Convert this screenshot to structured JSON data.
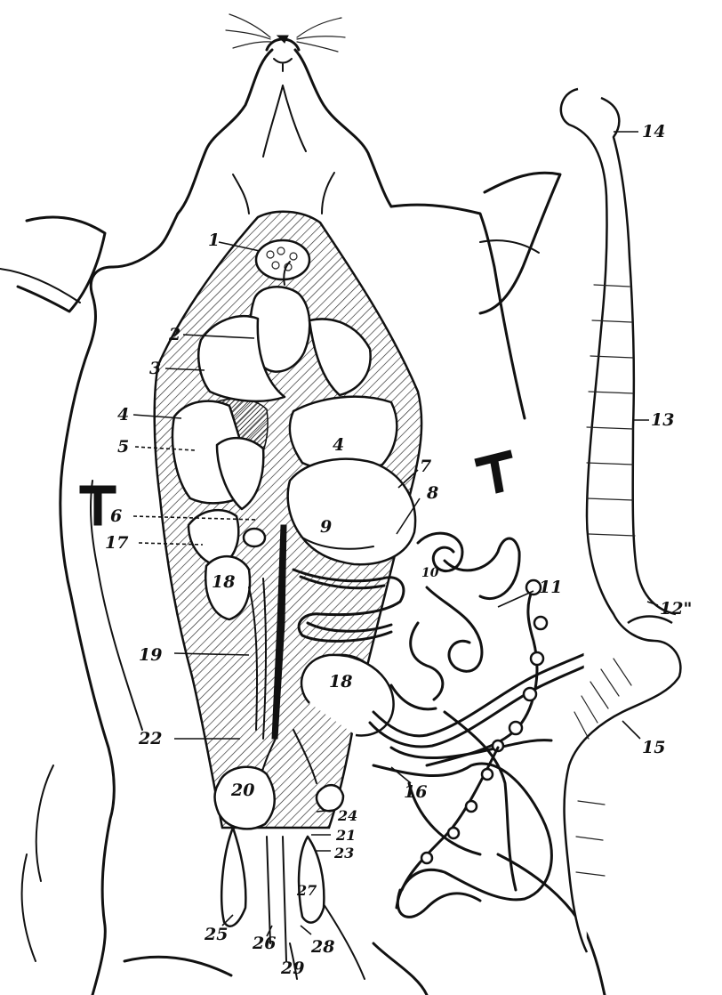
{
  "figure": {
    "labels": [
      {
        "id": "1",
        "text": "1"
      },
      {
        "id": "2",
        "text": "2"
      },
      {
        "id": "3",
        "text": "3"
      },
      {
        "id": "4a",
        "text": "4"
      },
      {
        "id": "4b",
        "text": "4"
      },
      {
        "id": "5",
        "text": "5"
      },
      {
        "id": "6",
        "text": "6"
      },
      {
        "id": "7",
        "text": "7"
      },
      {
        "id": "8",
        "text": "8"
      },
      {
        "id": "9",
        "text": "9"
      },
      {
        "id": "10",
        "text": "10"
      },
      {
        "id": "11",
        "text": "11"
      },
      {
        "id": "12",
        "text": "12\""
      },
      {
        "id": "13",
        "text": "13"
      },
      {
        "id": "14",
        "text": "14"
      },
      {
        "id": "15",
        "text": "15"
      },
      {
        "id": "16",
        "text": "16"
      },
      {
        "id": "17",
        "text": "17"
      },
      {
        "id": "18a",
        "text": "18"
      },
      {
        "id": "18b",
        "text": "18"
      },
      {
        "id": "19",
        "text": "19"
      },
      {
        "id": "20",
        "text": "20"
      },
      {
        "id": "21",
        "text": "21"
      },
      {
        "id": "22",
        "text": "22"
      },
      {
        "id": "23",
        "text": "23"
      },
      {
        "id": "24",
        "text": "24"
      },
      {
        "id": "25",
        "text": "25"
      },
      {
        "id": "26",
        "text": "26"
      },
      {
        "id": "27",
        "text": "27"
      },
      {
        "id": "28",
        "text": "28"
      },
      {
        "id": "29",
        "text": "29"
      }
    ],
    "pin_markers": [
      "T",
      "T"
    ]
  }
}
